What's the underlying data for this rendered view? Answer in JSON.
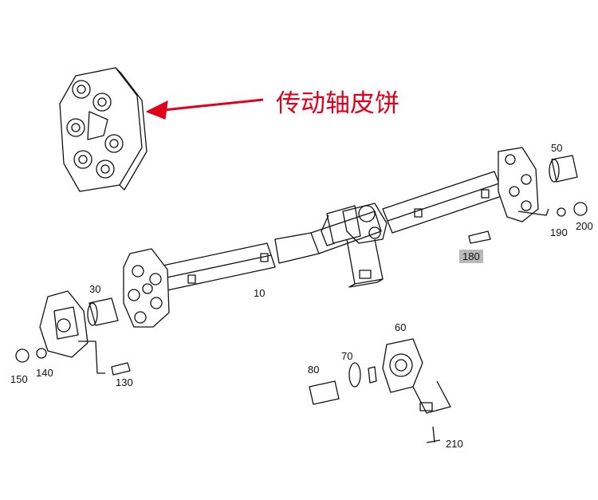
{
  "callout": {
    "text": "传动轴皮饼",
    "color": "#e0001b"
  },
  "parts": [
    {
      "id": "10"
    },
    {
      "id": "30"
    },
    {
      "id": "50"
    },
    {
      "id": "60"
    },
    {
      "id": "70"
    },
    {
      "id": "80"
    },
    {
      "id": "130"
    },
    {
      "id": "140"
    },
    {
      "id": "150"
    },
    {
      "id": "180"
    },
    {
      "id": "190"
    },
    {
      "id": "200"
    },
    {
      "id": "210"
    }
  ]
}
